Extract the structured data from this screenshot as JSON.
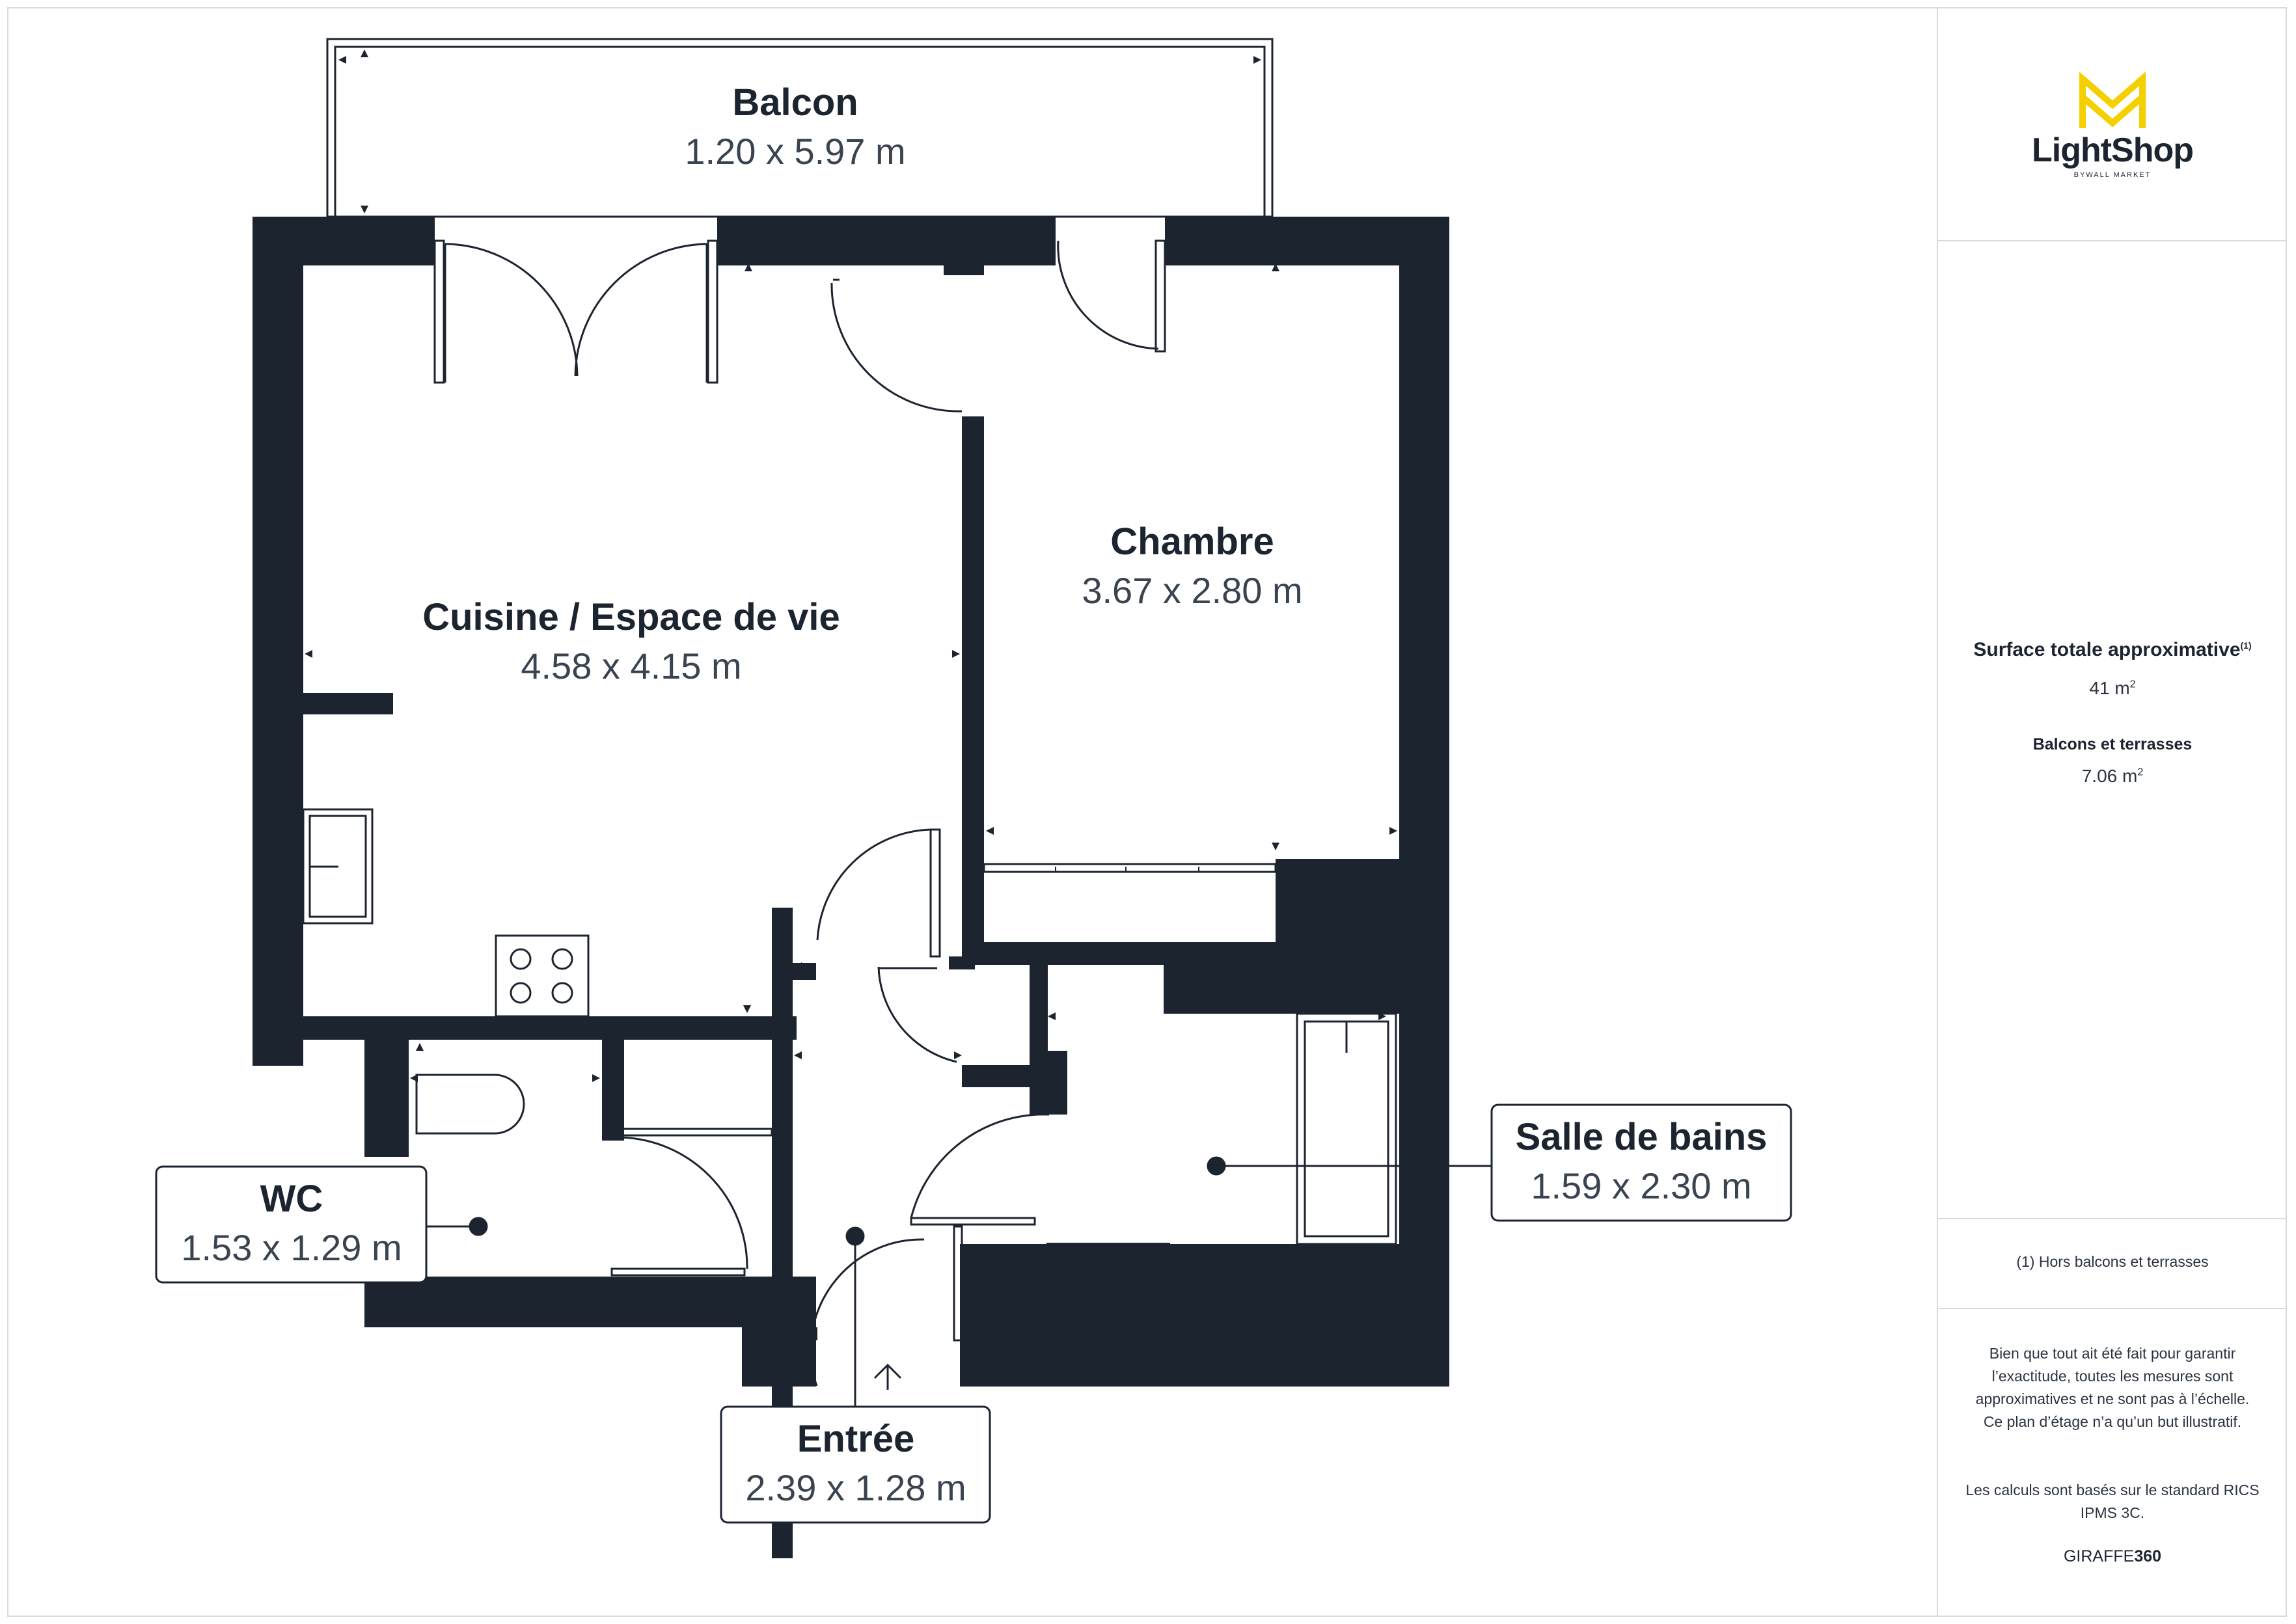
{
  "rooms": {
    "balcon": {
      "name": "Balcon",
      "dims": "1.20 x 5.97 m"
    },
    "cuisine": {
      "name": "Cuisine / Espace de vie",
      "dims": "4.58 x 4.15 m"
    },
    "chambre": {
      "name": "Chambre",
      "dims": "3.67 x 2.80 m"
    },
    "wc": {
      "name": "WC",
      "dims": "1.53 x 1.29 m"
    },
    "sdb": {
      "name": "Salle de bains",
      "dims": "1.59 x 2.30 m"
    },
    "entree": {
      "name": "Entrée",
      "dims": "2.39 x 1.28 m"
    }
  },
  "sidebar": {
    "brand": "LightShop",
    "brand_sub": "BYWALL MARKET",
    "total_label": "Surface totale approximative",
    "total_sup": "(1)",
    "total_value": "41 m",
    "total_unit_sup": "2",
    "balcony_label": "Balcons et terrasses",
    "balcony_value": "7.06 m",
    "balcony_unit_sup": "2",
    "footnote": "(1) Hors balcons et terrasses",
    "disclaimer_1": "Bien que tout ait été fait pour garantir l’exactitude, toutes les mesures sont approximatives et ne sont pas à l’échelle. Ce plan d’étage n’a qu’un but illustratif.",
    "disclaimer_2": "Les calculs sont basés sur le standard RICS IPMS 3C.",
    "credit_light": "GIRAFFE",
    "credit_bold": "360"
  },
  "colors": {
    "wall": "#1c2430",
    "text": "#1c2430",
    "dims_text": "#3a4350",
    "logo_accent": "#f5d000",
    "frame": "#d9dadc"
  }
}
